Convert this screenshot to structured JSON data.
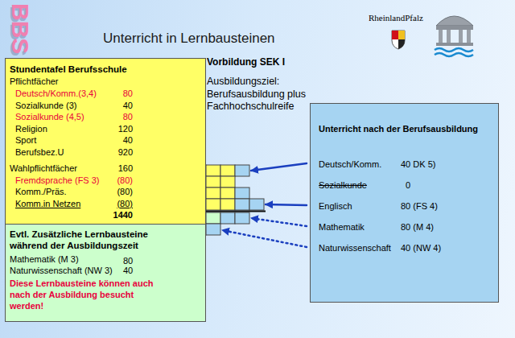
{
  "diagram": {
    "title": "Unterricht in Lernbausteinen",
    "nodes": [
      {
        "text": [
          "Stundentafel Berufsschule",
          "Pflichtfächer",
          "Deutsch/Komm.(3,4)",
          "80",
          "Sozialkunde (3)",
          "40",
          "Sozialkunde (4,5)",
          "80",
          "Religion",
          "120",
          "Sport",
          "40",
          "Berufsbez.U",
          "920",
          "Wahlpflichtfächer",
          "160",
          "Fremdsprache (FS 3)",
          "(80)",
          "Komm./Präs.",
          "(80)",
          "Komm.in Netzen",
          "(80)",
          "1440"
        ]
      },
      {
        "text": [
          "Evtl. Zusätzliche Lernbausteine während der Ausbildungszeit",
          "Mathematik (M 3)",
          "80",
          "Naturwissenschaft (NW 3)",
          "40",
          "Diese Lernbausteine können auch nach der Ausbildung besucht werden!"
        ]
      },
      {
        "text": [
          "Unterricht nach der Berufsausbildung",
          "Deutsch/Komm.",
          "40 DK 5)",
          "Sozialkunde",
          "0",
          "Englisch",
          "80 (FS 4)",
          "Mathematik",
          "80 (M 4)",
          "Naturwissenschaft",
          "40 (NW 4)"
        ]
      }
    ],
    "labels": [
      "BBS",
      "RheinlandPfalz",
      "Vorbildung SEK I",
      "Ausbildungsziel: Berufsausbildung plus Fachhochschulreife"
    ]
  }
}
